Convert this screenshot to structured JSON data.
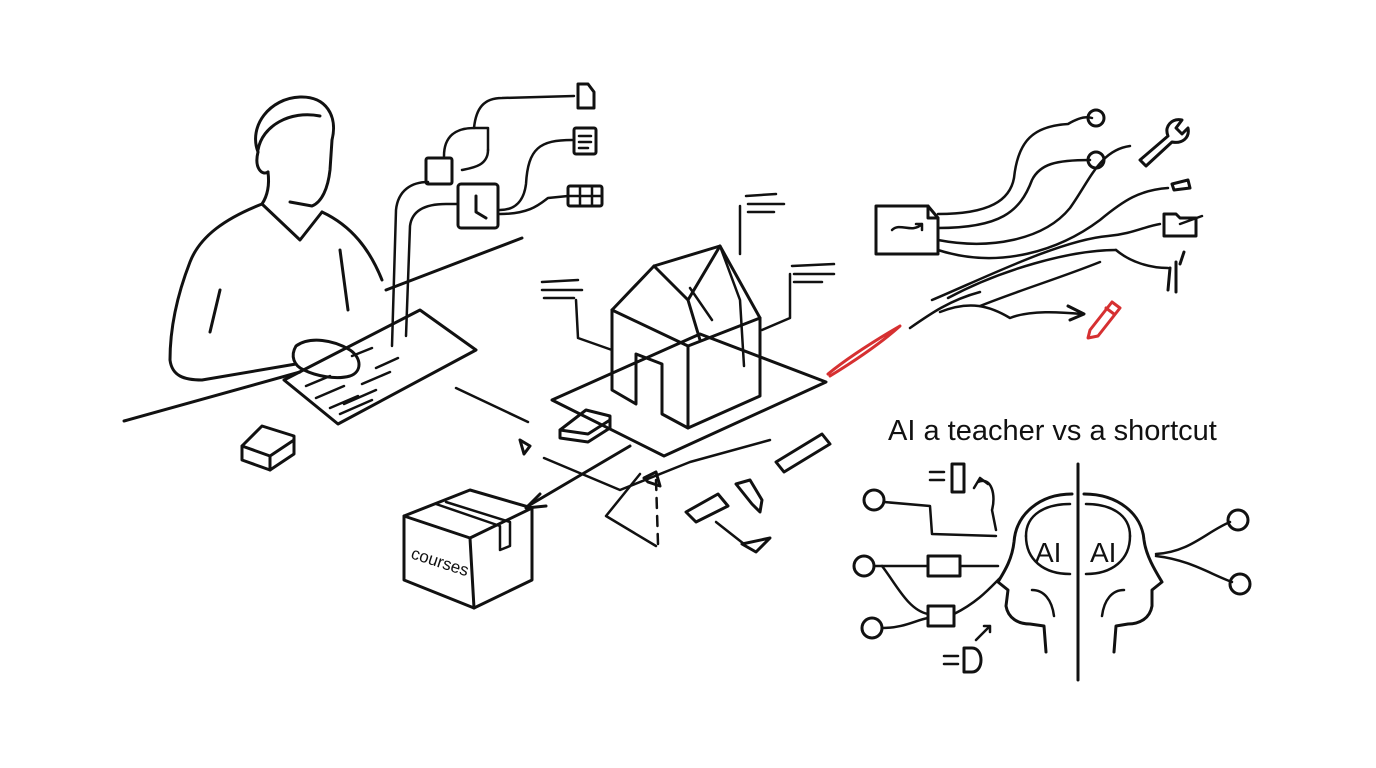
{
  "heading": "AI a teacher vs a shortcut",
  "box_label": "courses",
  "brain_left_label": "AI",
  "brain_right_label": "AI",
  "colors": {
    "ink": "#111111",
    "accent": "#d63031",
    "background": "#ffffff"
  },
  "icons": [
    "person-at-keyboard",
    "keycap-icon",
    "document-icon",
    "note-icon",
    "clock-icon",
    "calendar-icon",
    "house-model",
    "cardboard-box",
    "folder-icon",
    "wrench-icon",
    "pencil-icon",
    "split-head-icon"
  ]
}
